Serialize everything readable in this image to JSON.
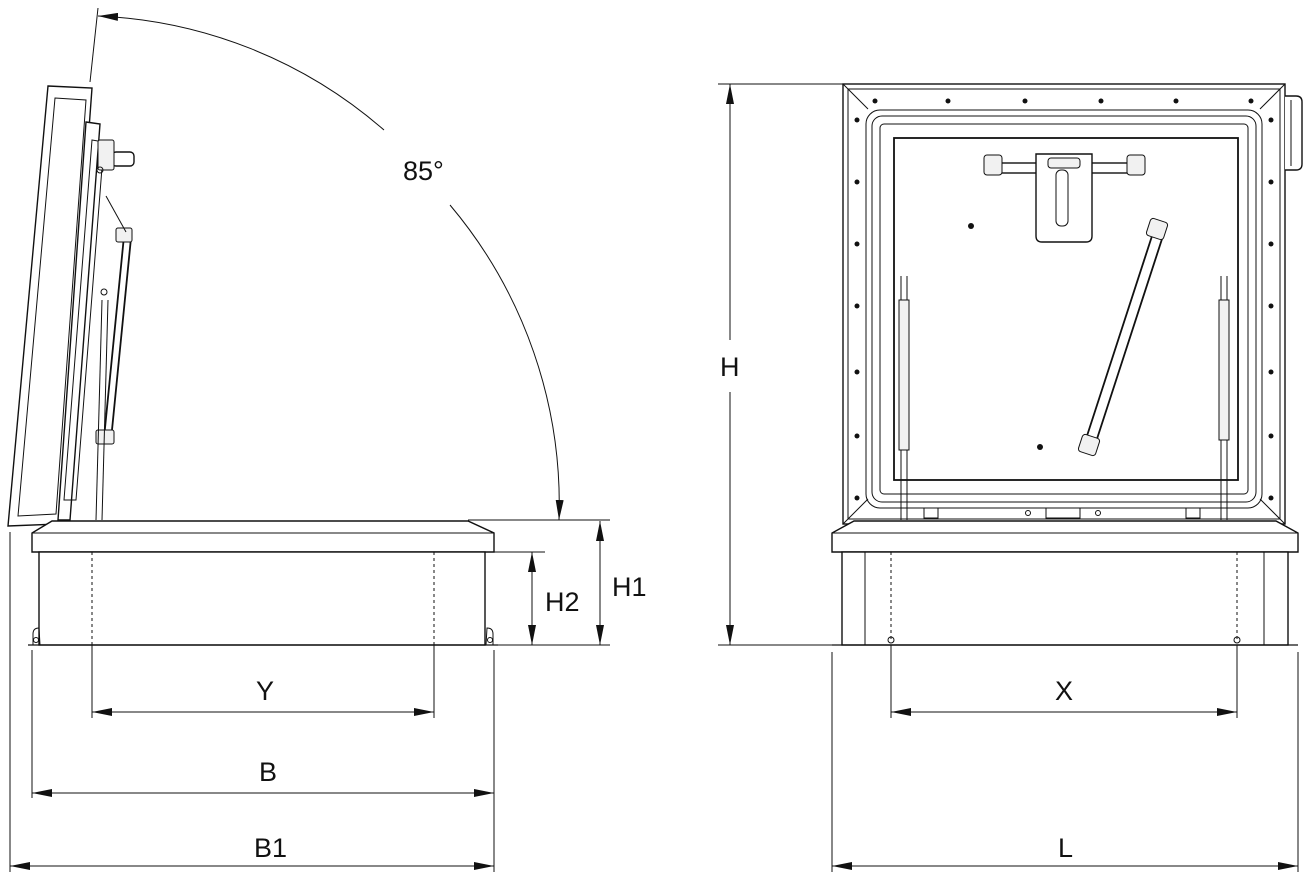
{
  "angle_label": "85°",
  "dimensions": {
    "Y": "Y",
    "B": "B",
    "B1": "B1",
    "H1": "H1",
    "H2": "H2",
    "H": "H",
    "X": "X",
    "L": "L"
  }
}
